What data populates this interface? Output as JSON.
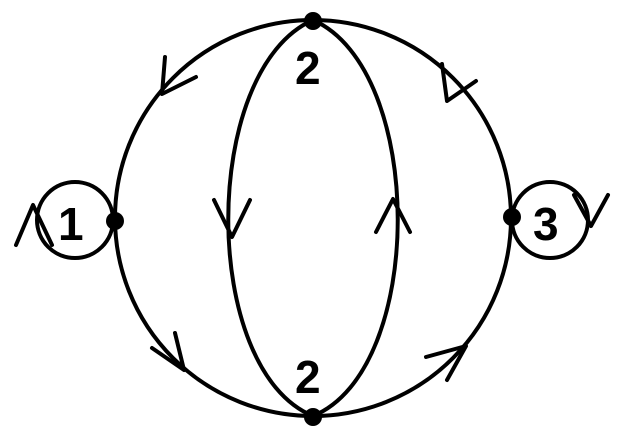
{
  "colors": {
    "stroke": "#000000",
    "background": "#ffffff"
  },
  "nodes": {
    "left": {
      "label": "1"
    },
    "top": {
      "label": "2"
    },
    "bottom": {
      "label": "2"
    },
    "right": {
      "label": "3"
    }
  }
}
